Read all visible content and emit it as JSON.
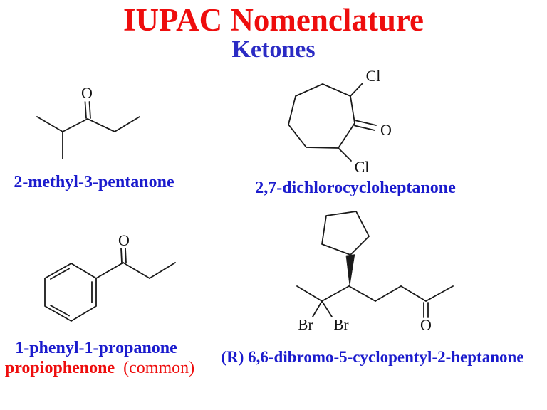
{
  "page": {
    "title": "IUPAC Nomenclature",
    "subtitle": "Ketones"
  },
  "colors": {
    "title_red": "#ee0d0d",
    "label_blue": "#1b1bcd",
    "subtitle_blue": "#2b2bc4",
    "bond_black": "#1a1a1a",
    "background": "#ffffff"
  },
  "structures": {
    "pentanone": {
      "name": "2-methyl-3-pentanone",
      "atoms": {
        "o": "O"
      }
    },
    "cycloheptanone": {
      "name": "2,7-dichlorocycloheptanone",
      "atoms": {
        "cl_top": "Cl",
        "o": "O",
        "cl_bottom": "Cl"
      }
    },
    "propiophenone": {
      "name_iupac": "1-phenyl-1-propanone",
      "name_common": "propiophenone",
      "common_note": "(common)",
      "atoms": {
        "o": "O"
      }
    },
    "heptanone": {
      "name": "(R) 6,6-dibromo-5-cyclopentyl-2-heptanone",
      "atoms": {
        "br_left": "Br",
        "br_right": "Br",
        "o": "O"
      }
    }
  }
}
